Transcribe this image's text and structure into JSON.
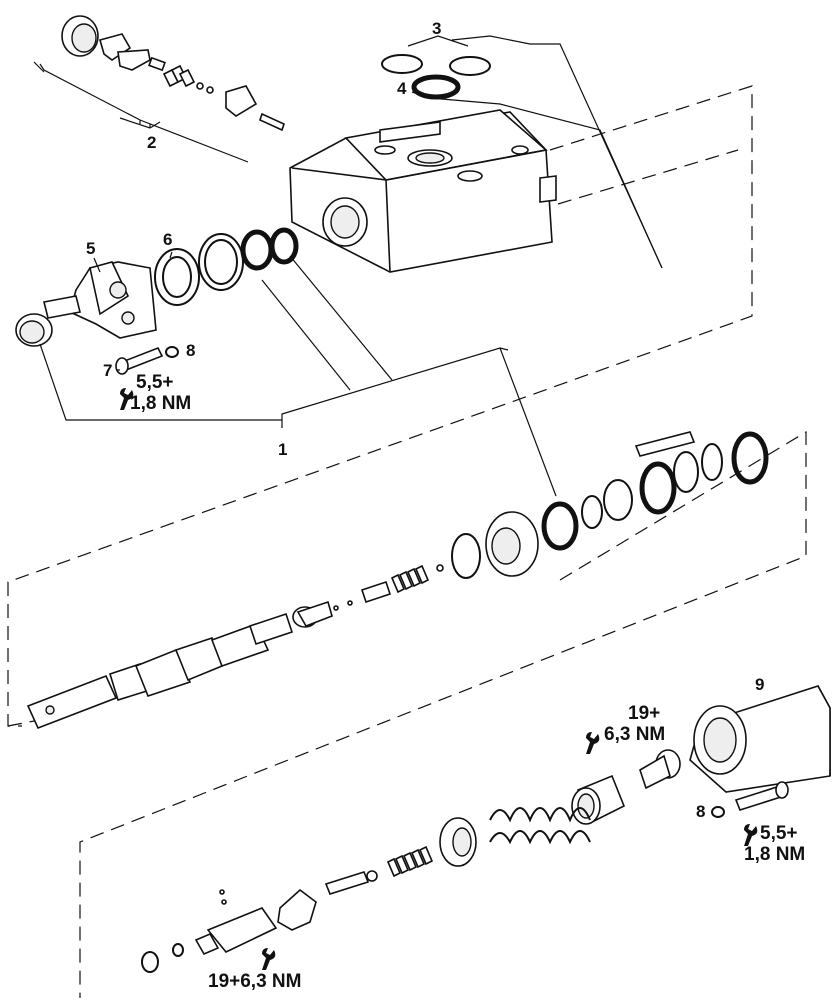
{
  "labels": {
    "n1": "1",
    "n2": "2",
    "n3": "3",
    "n4": "4",
    "n5": "5",
    "n6": "6",
    "n7": "7",
    "n8a": "8",
    "n8b": "8",
    "n9": "9"
  },
  "torques": {
    "t1_line1": "5,5+",
    "t1_line2": "1,8 NM",
    "t2_line1": "19+",
    "t2_line2": "6,3 NM",
    "t3_line1": "5,5+",
    "t3_line2": "1,8 NM",
    "t4": "19+6,3 NM"
  },
  "icons": [
    "wrench-icon"
  ]
}
